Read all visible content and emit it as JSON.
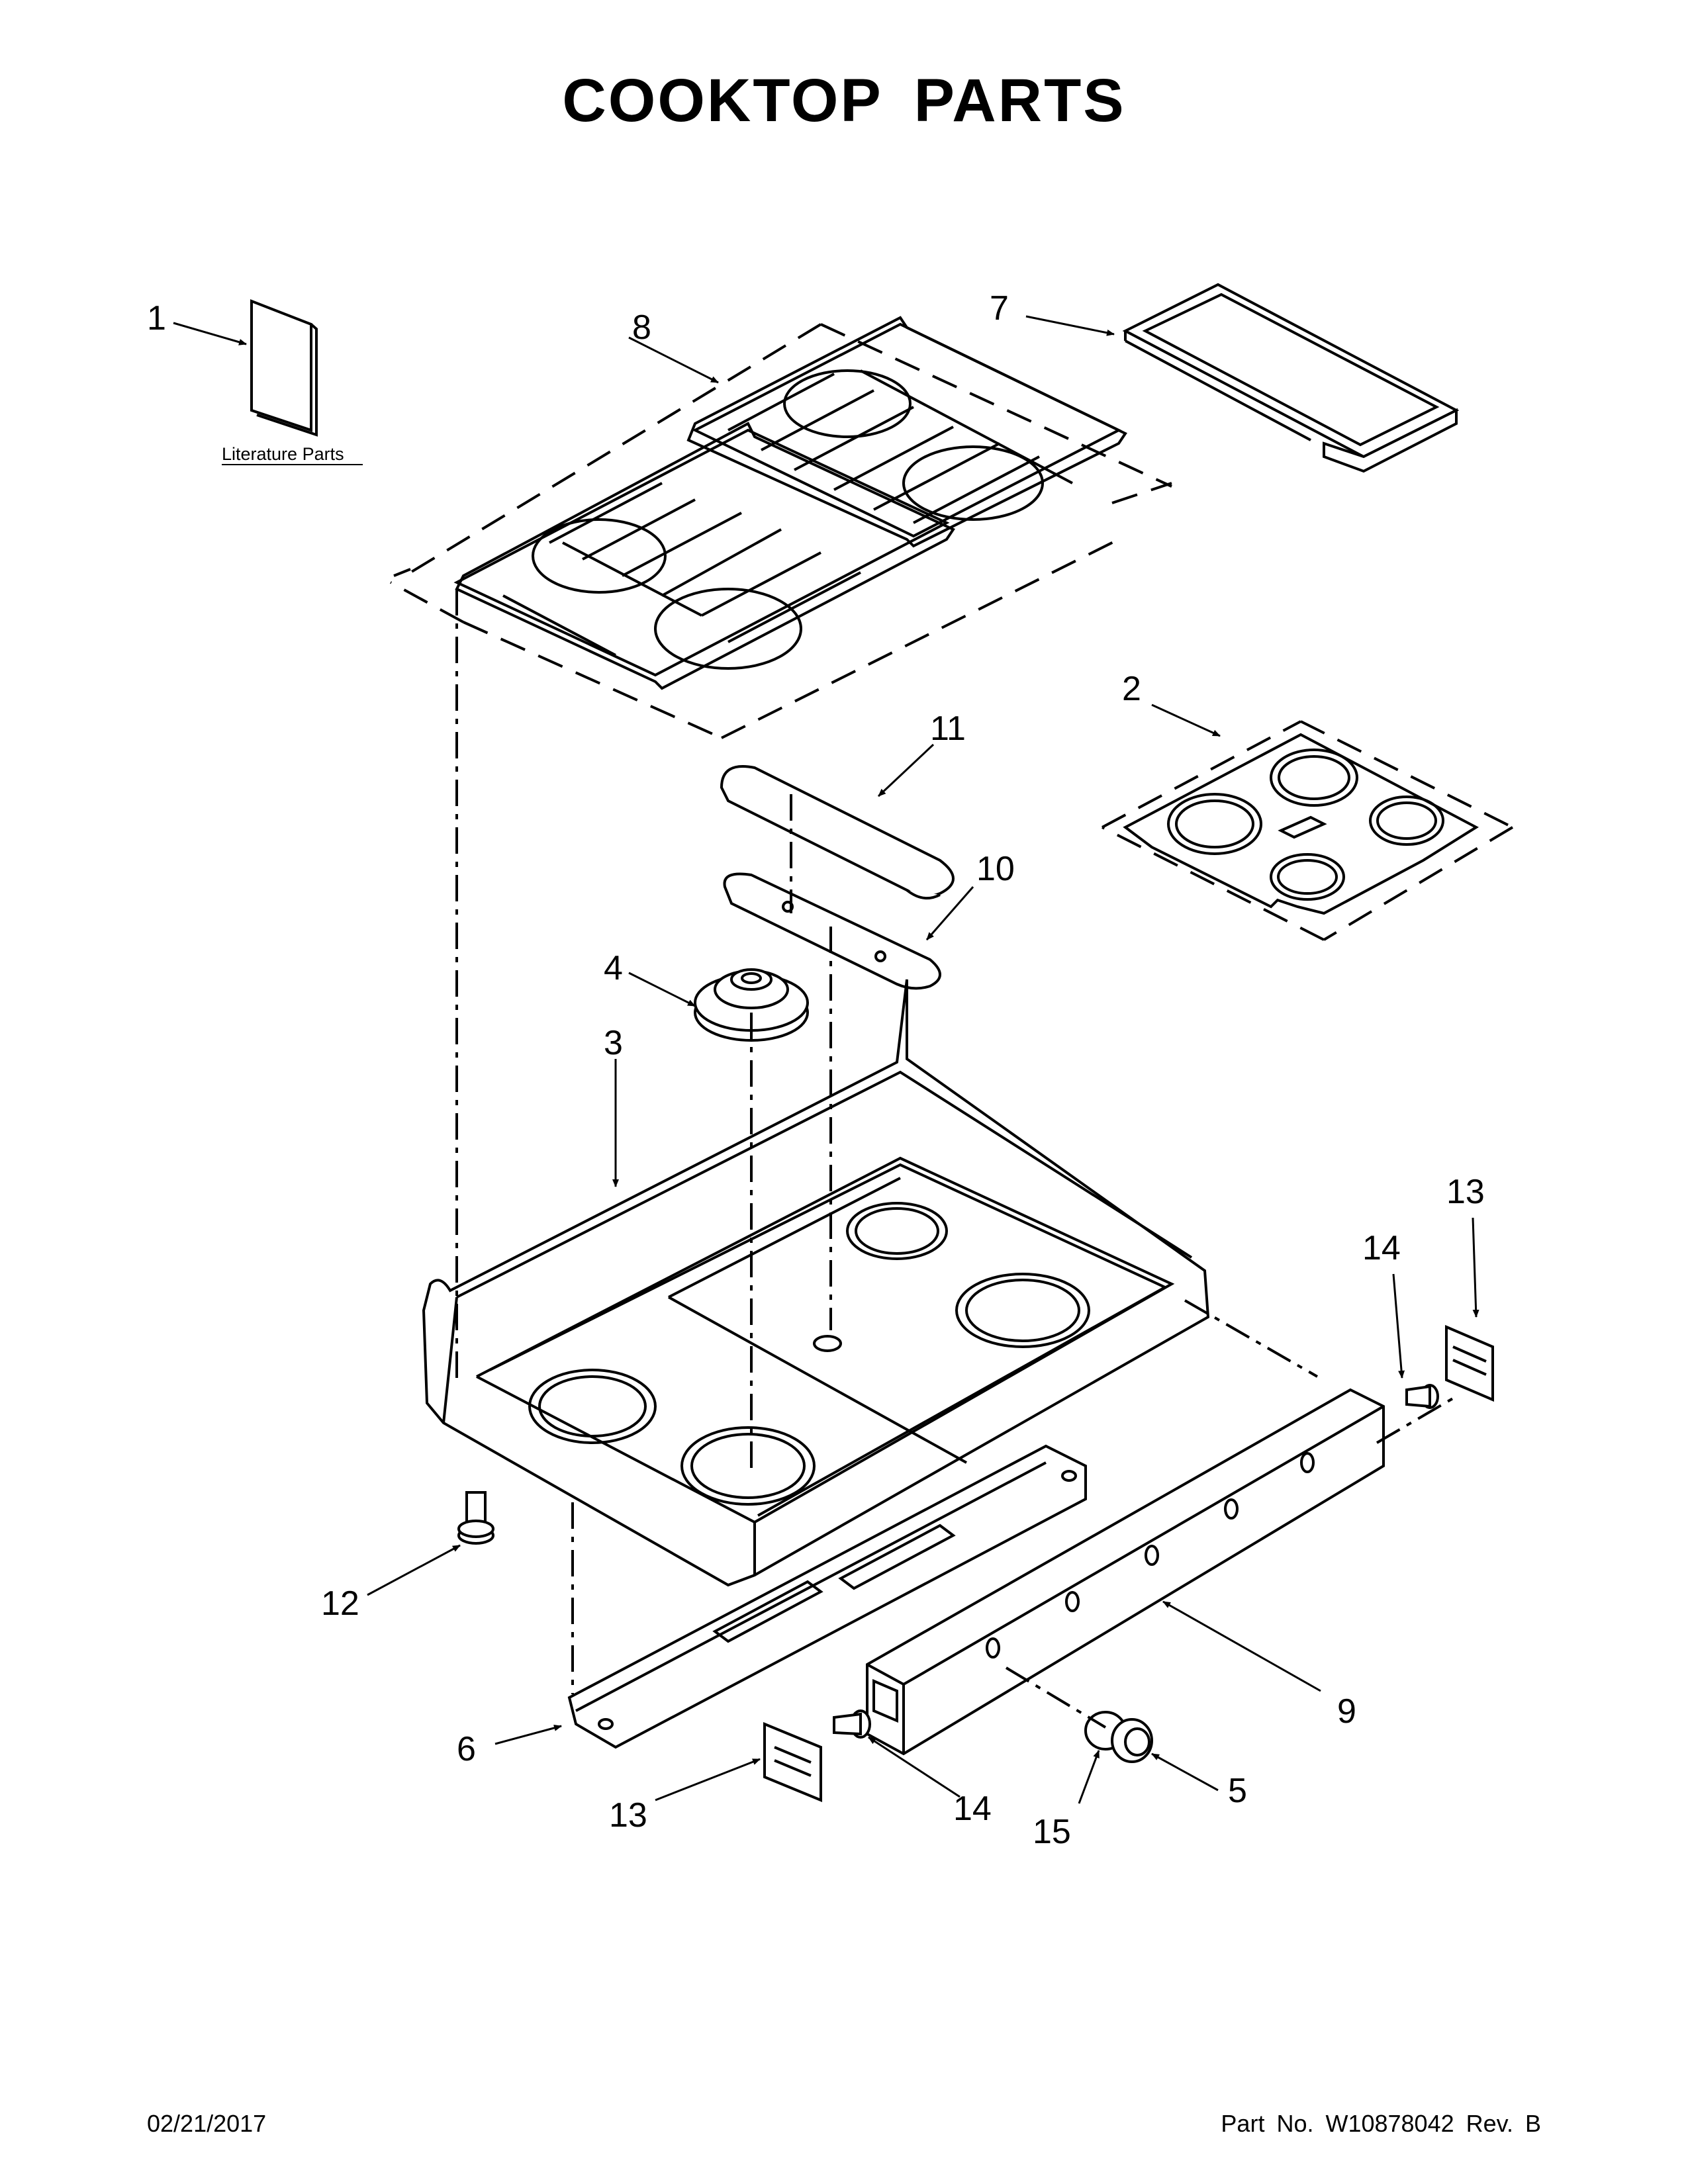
{
  "title": "COOKTOP PARTS",
  "literature_label": "Literature Parts",
  "callouts": [
    {
      "id": "c1",
      "label": "1"
    },
    {
      "id": "c2",
      "label": "2"
    },
    {
      "id": "c3",
      "label": "3"
    },
    {
      "id": "c4",
      "label": "4"
    },
    {
      "id": "c5",
      "label": "5"
    },
    {
      "id": "c6",
      "label": "6"
    },
    {
      "id": "c7",
      "label": "7"
    },
    {
      "id": "c8",
      "label": "8"
    },
    {
      "id": "c9",
      "label": "9"
    },
    {
      "id": "c10",
      "label": "10"
    },
    {
      "id": "c11",
      "label": "11"
    },
    {
      "id": "c12",
      "label": "12"
    },
    {
      "id": "c13a",
      "label": "13"
    },
    {
      "id": "c13b",
      "label": "13"
    },
    {
      "id": "c14a",
      "label": "14"
    },
    {
      "id": "c14b",
      "label": "14"
    },
    {
      "id": "c15",
      "label": "15"
    }
  ],
  "footer": {
    "date": "02/21/2017",
    "part_number": "Part No.  W10878042  Rev.  B"
  }
}
